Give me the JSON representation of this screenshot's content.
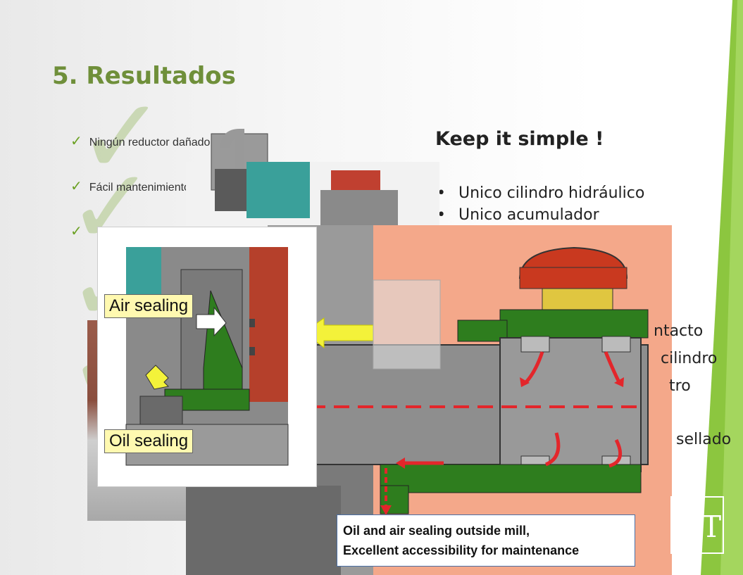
{
  "slide": {
    "title": "5. Resultados"
  },
  "checklist": [
    {
      "label": "Ningún reductor dañado."
    },
    {
      "label": "Fácil mantenimiento"
    }
  ],
  "keep_section": {
    "heading": "Keep it simple !",
    "bullets": [
      "Unico cilindro hidráulico",
      "Unico acumulador"
    ],
    "partial_lines": [
      "ntacto",
      "cilindro",
      "tro",
      "sellado"
    ]
  },
  "diagram": {
    "air_label": "Air sealing",
    "oil_label": "Oil sealing",
    "caption_line1": "Oil and air sealing outside mill,",
    "caption_line2": "Excellent accessibility for maintenance"
  },
  "colors": {
    "title_green": "#6f8f3a",
    "band_green": "#8cc63f",
    "salmon": "#f4a88a",
    "machine_gray": "#8e8e8e",
    "seal_green": "#2e7d1e",
    "rotor_red": "#c0392b",
    "arrow_red": "#e3262b",
    "arrow_yellow": "#f3f23a",
    "label_bg": "#fff9b0"
  },
  "logo": {
    "text": "CT"
  }
}
